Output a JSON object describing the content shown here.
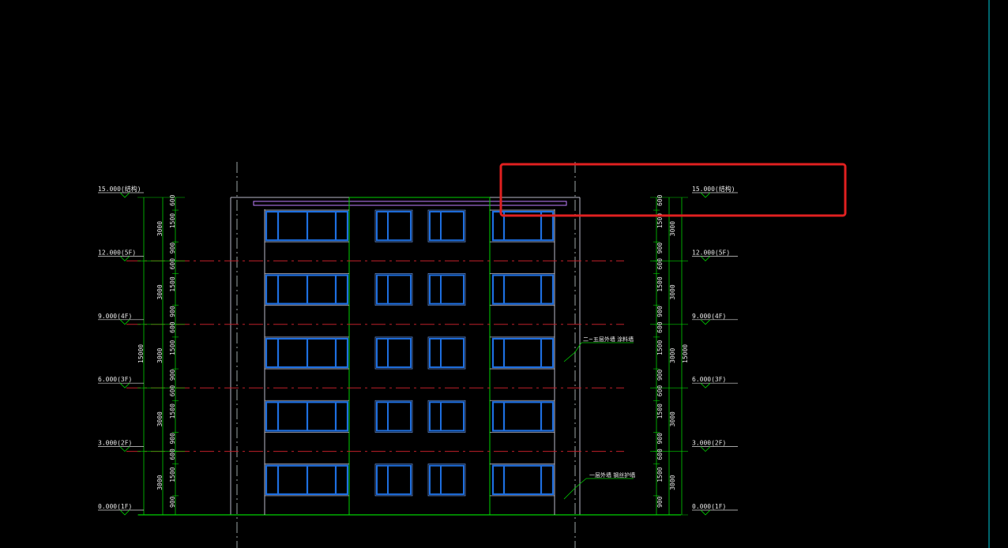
{
  "drawing": {
    "elevation_labels": [
      "15.000(结构)",
      "12.000(5F)",
      "9.000(4F)",
      "6.000(3F)",
      "3.000(2F)",
      "0.000(1F)"
    ],
    "level_values": [
      15.0,
      12.0,
      9.0,
      6.0,
      3.0,
      0.0
    ],
    "segment_labels": [
      "600",
      "1500",
      "900"
    ],
    "floor_height_label": "3000",
    "total_height_label": "15000",
    "notes": [
      {
        "id": "upper",
        "text": "二~五层外墙 涂料墙"
      },
      {
        "id": "lower",
        "text": "一层外墙 钢丝护墙"
      }
    ],
    "colors": {
      "background": "#000000",
      "window": "#1e6fe0",
      "window_thin": "#5d84c8",
      "wall": "#b8b8c8",
      "green": "#00d000",
      "red_axis": "#c0202a",
      "cyan_border": "#00c8d8",
      "highlight": "#e02020",
      "parapet": "#c080ff"
    }
  }
}
